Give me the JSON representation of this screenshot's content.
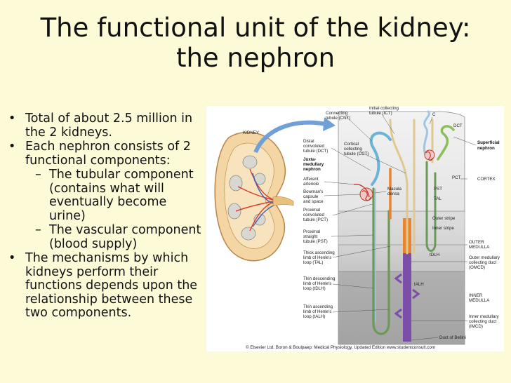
{
  "title": {
    "line1": "The functional unit of the kidney:",
    "line2": "the nephron"
  },
  "bullets": [
    {
      "level": 1,
      "text": "Total of about 2.5 million in the 2 kidneys."
    },
    {
      "level": 1,
      "text": "Each nephron consists of 2 functional components:"
    },
    {
      "level": 2,
      "text": "The tubular component (contains what will eventually become urine)"
    },
    {
      "level": 2,
      "text": "The vascular component (blood supply)"
    },
    {
      "level": 1,
      "text": "The mechanisms by which kidneys perform their functions depends upon the relationship between these two components."
    }
  ],
  "figure": {
    "kidney": "KIDNEY",
    "connecting_tubule": [
      "Connecting",
      "tubule (CNT)"
    ],
    "initial_collecting": [
      "Initial collecting",
      "tubule (ICT)"
    ],
    "cnt": "CNT",
    "dct": "DCT",
    "superficial": [
      "Superficial",
      "nephron"
    ],
    "distal": [
      "Distal",
      "convoluted",
      "tubule (DCT)"
    ],
    "cortical": [
      "Cortical",
      "collecting",
      "tubule (CCT)"
    ],
    "juxta": [
      "Juxta-",
      "medullary",
      "nephron"
    ],
    "afferent": [
      "Afferent",
      "arteriole"
    ],
    "bowman": [
      "Bowman's",
      "capsule",
      "and space"
    ],
    "macula": [
      "Macula",
      "densa"
    ],
    "pst": "PST",
    "pct": "PCT",
    "cortex": "CORTEX",
    "tal": "TAL",
    "proximal_conv": [
      "Proximal",
      "convoluted",
      "tubule (PCT)"
    ],
    "proximal_straight": [
      "Proximal",
      "straight",
      "tubule (PST)"
    ],
    "outer_stripe": "Outer stripe",
    "inner_stripe": "Inner stripe",
    "outer_medulla": [
      "OUTER",
      "MEDULLA"
    ],
    "thick_asc": [
      "Thick ascending",
      "limb of Henle's",
      "loop (TAL)"
    ],
    "tdlh": "tDLH",
    "omcd": [
      "Outer medullary",
      "collecting duct",
      "(OMCD)"
    ],
    "thin_desc": [
      "Thin descending",
      "limb of Henle's",
      "loop (tDLH)"
    ],
    "talh": "tALH",
    "inner_medulla": [
      "INNER",
      "MEDULLA"
    ],
    "thin_asc": [
      "Thin ascending",
      "limb of Henle's",
      "loop (tALH)"
    ],
    "imcd": [
      "Inner medullary",
      "collecting duct",
      "(IMCD)"
    ],
    "bellini": "Duct of Bellini",
    "credit": "© Elsevier Ltd. Boron & Boulpaep: Medical Physiology, Updated Edition   www.studentconsult.com"
  }
}
